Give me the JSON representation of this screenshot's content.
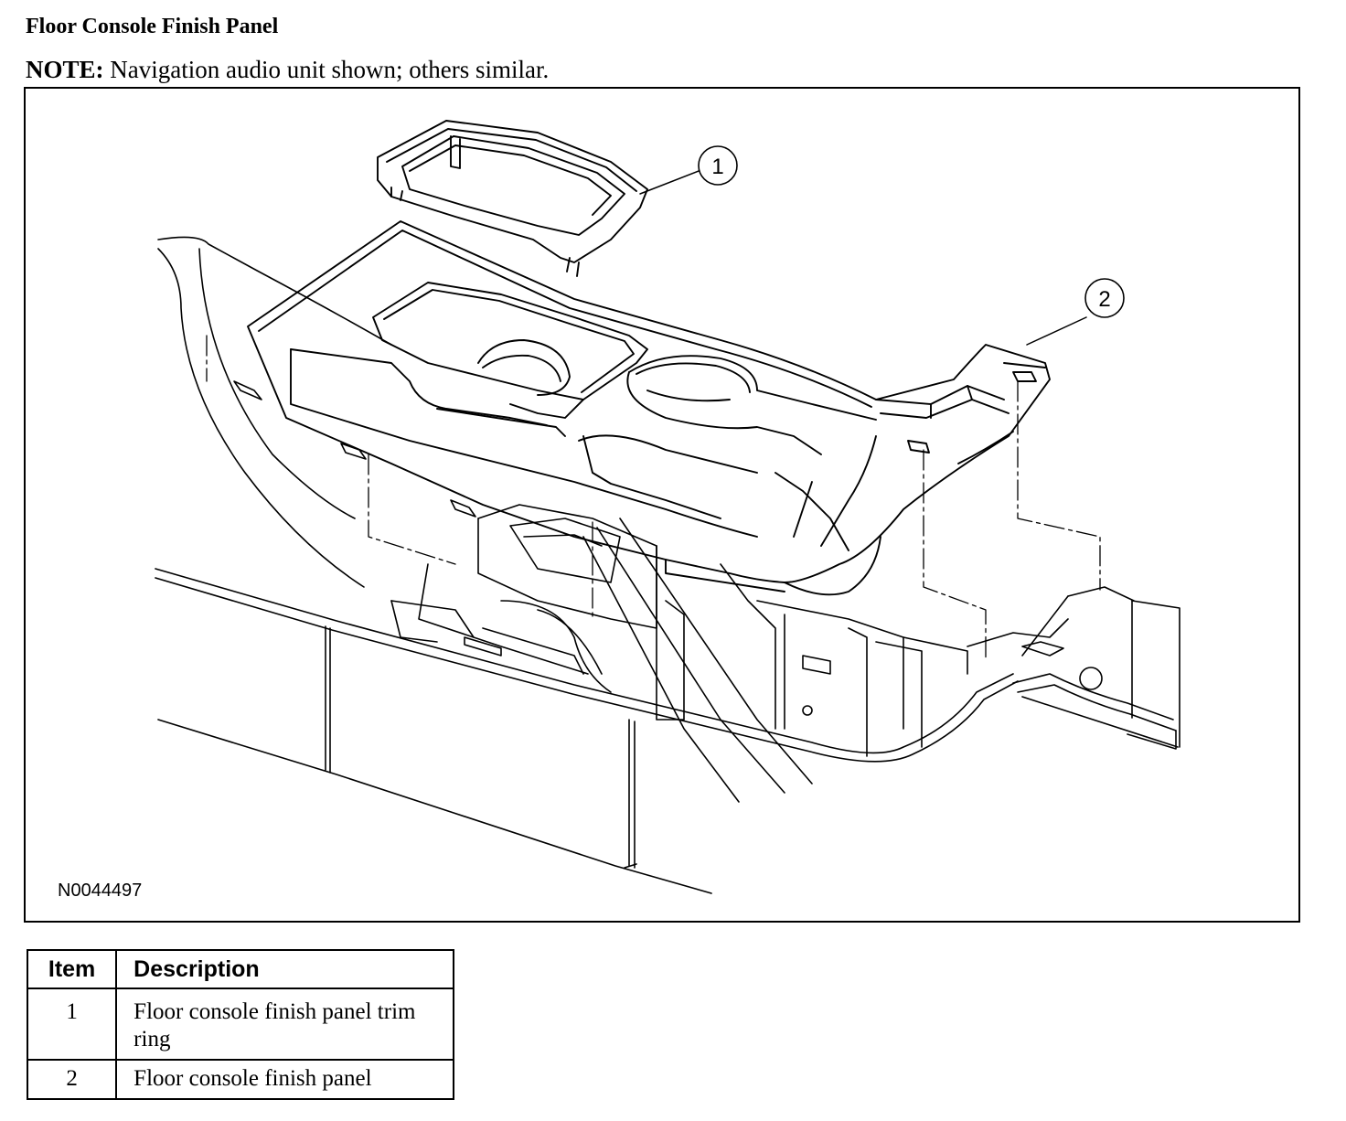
{
  "header": {
    "title": "Floor Console Finish Panel",
    "note_label": "NOTE:",
    "note_text": " Navigation audio unit shown; others similar."
  },
  "figure": {
    "id": "N0044497",
    "callouts": [
      "1",
      "2"
    ]
  },
  "legend": {
    "headers": {
      "item": "Item",
      "description": "Description"
    },
    "rows": [
      {
        "item": "1",
        "description": "Floor console finish panel trim ring"
      },
      {
        "item": "2",
        "description": "Floor console finish panel"
      }
    ]
  }
}
